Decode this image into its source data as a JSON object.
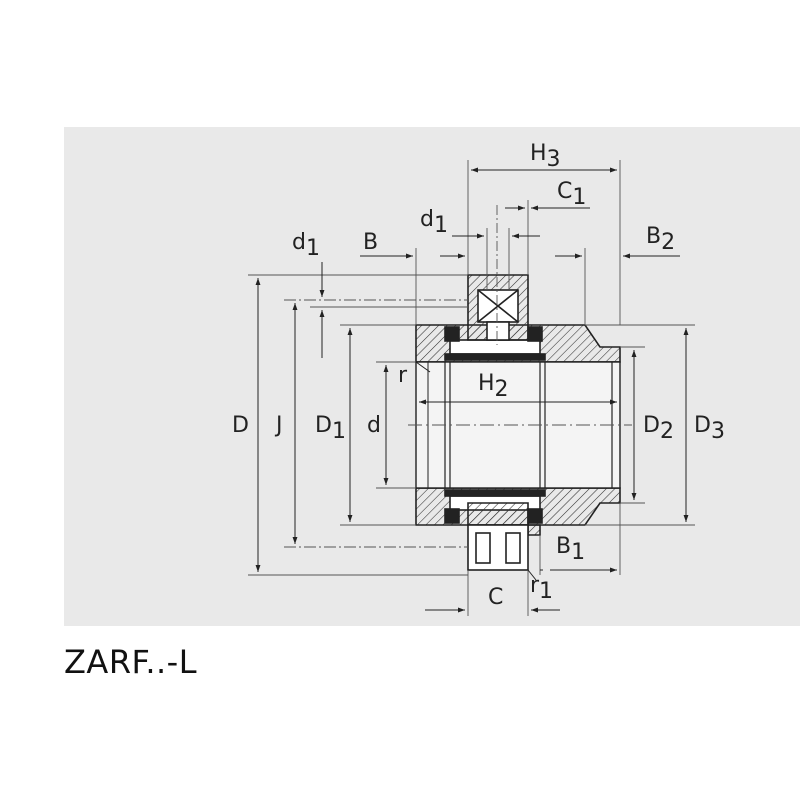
{
  "caption": "ZARF..-L",
  "colors": {
    "panel_background": "#e9e9e9",
    "line": "#222222",
    "hatch": "#333333"
  },
  "dimensions": {
    "H": "H",
    "H3_sub": "3",
    "C1": "C",
    "C1_sub": "1",
    "d1_top": "d",
    "d1_top_sub": "1",
    "B2": "B",
    "B2_sub": "2",
    "d1_left": "d",
    "d1_left_sub": "1",
    "B": "B",
    "r": "r",
    "H2": "H",
    "H2_sub": "2",
    "D": "D",
    "J": "J",
    "D1": "D",
    "D1_sub": "1",
    "d": "d",
    "D2": "D",
    "D2_sub": "2",
    "D3": "D",
    "D3_sub": "3",
    "B1": "B",
    "B1_sub": "1",
    "C": "C",
    "r1": "r",
    "r1_sub": "1"
  }
}
